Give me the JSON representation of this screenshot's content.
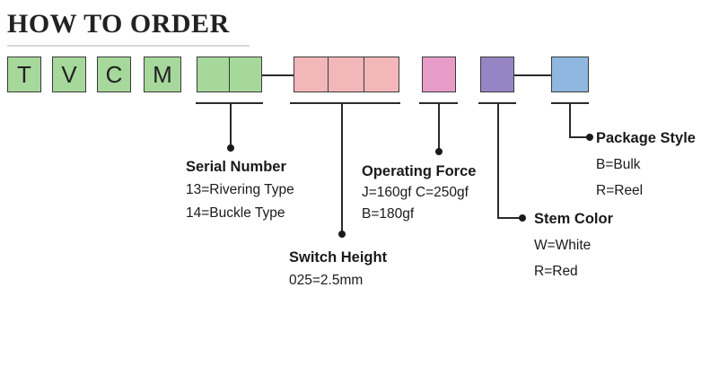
{
  "title": "HOW TO ORDER",
  "code_letters": [
    "T",
    "V",
    "C",
    "M"
  ],
  "fields": {
    "serial_number": {
      "heading": "Serial Number",
      "options": [
        "13=Rivering Type",
        "14=Buckle Type"
      ]
    },
    "switch_height": {
      "heading": "Switch Height",
      "options": [
        "025=2.5mm"
      ]
    },
    "operating_force": {
      "heading": "Operating Force",
      "options": [
        "J=160gf C=250gf",
        "B=180gf"
      ]
    },
    "stem_color": {
      "heading": "Stem Color",
      "options": [
        "W=White",
        "R=Red"
      ]
    },
    "package_style": {
      "heading": "Package Style",
      "options": [
        "B=Bulk",
        "R=Reel"
      ]
    }
  },
  "colors": {
    "green": "#a6d89b",
    "pink": "#f3b7b9",
    "magenta": "#e79cc7",
    "purple": "#9585c4",
    "blue": "#8fb7e0"
  }
}
